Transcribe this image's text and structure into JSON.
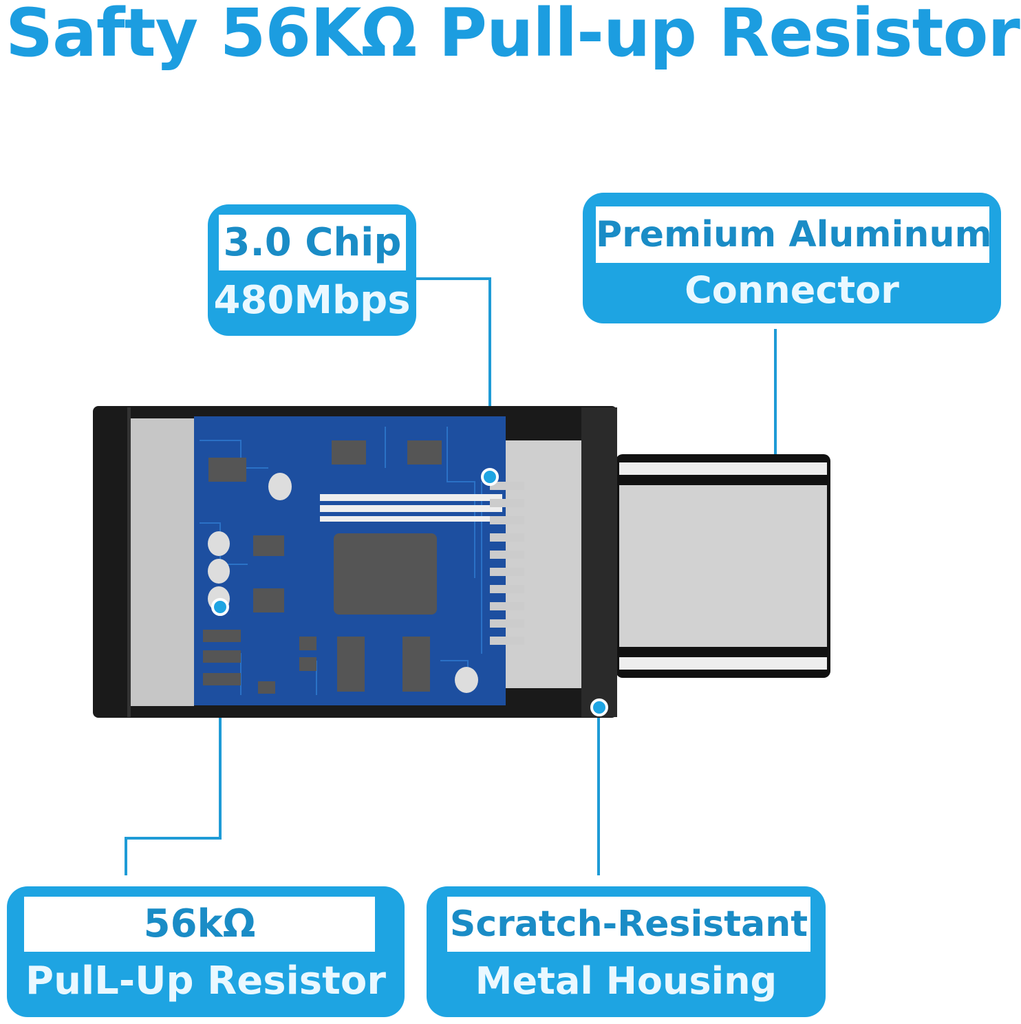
{
  "title": "Safty 56KΩ Pull-up Resistor",
  "callouts": {
    "chip": {
      "line1": "3.0 Chip",
      "line2": "480Mbps"
    },
    "connector": {
      "line1": "Premium Aluminum",
      "line2": "Connector"
    },
    "resistor": {
      "line1": "56kΩ",
      "line2": "PulL-Up Resistor"
    },
    "housing": {
      "line1": "Scratch-Resistant",
      "line2": "Metal Housing"
    }
  },
  "colors": {
    "accent": "#1ea4e2",
    "title": "#1c9de0",
    "pcb": "#1d4fa0"
  }
}
